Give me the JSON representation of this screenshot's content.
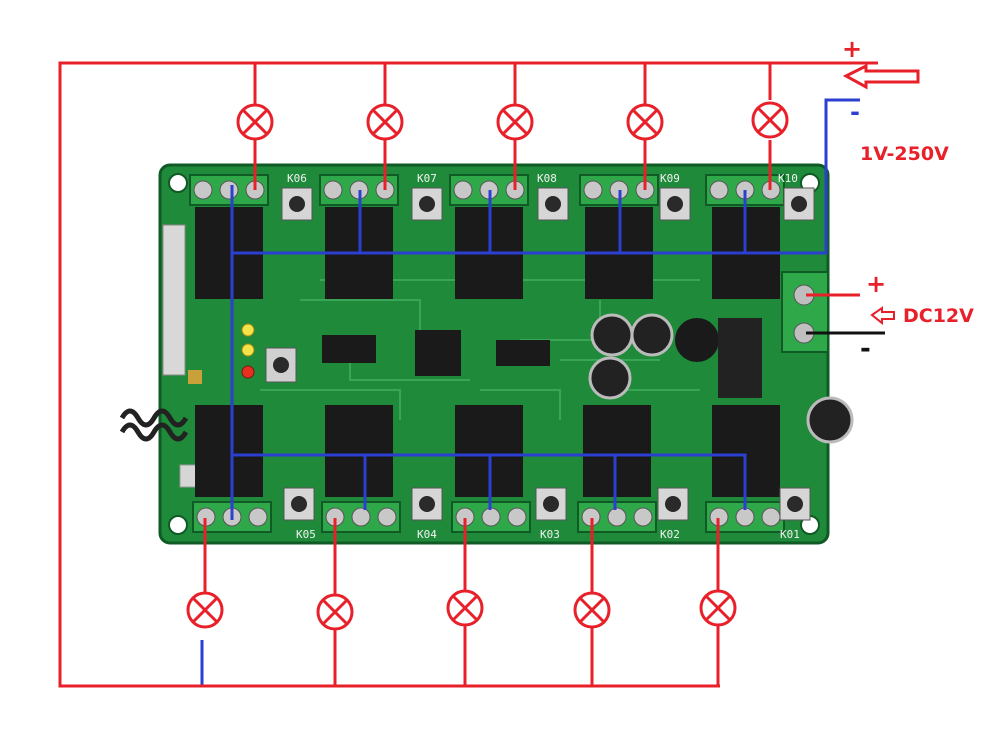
{
  "annotations": {
    "plus_top": "+",
    "minus_top": "-",
    "voltage_range": "1V-250V",
    "plus_dc": "+",
    "minus_dc": "-",
    "dc_voltage": "DC12V"
  },
  "board": {
    "channel_labels": [
      "K01",
      "K02",
      "K03",
      "K04",
      "K05",
      "K06",
      "K07",
      "K08",
      "K09",
      "K10"
    ]
  },
  "colors": {
    "wire_red": "#e8202a",
    "wire_blue": "#2b3fd0",
    "pcb_green": "#1f8a3a",
    "pcb_dark": "#0f5a25",
    "terminal_green": "#2fa84a",
    "relay_black": "#1a1a1a"
  }
}
